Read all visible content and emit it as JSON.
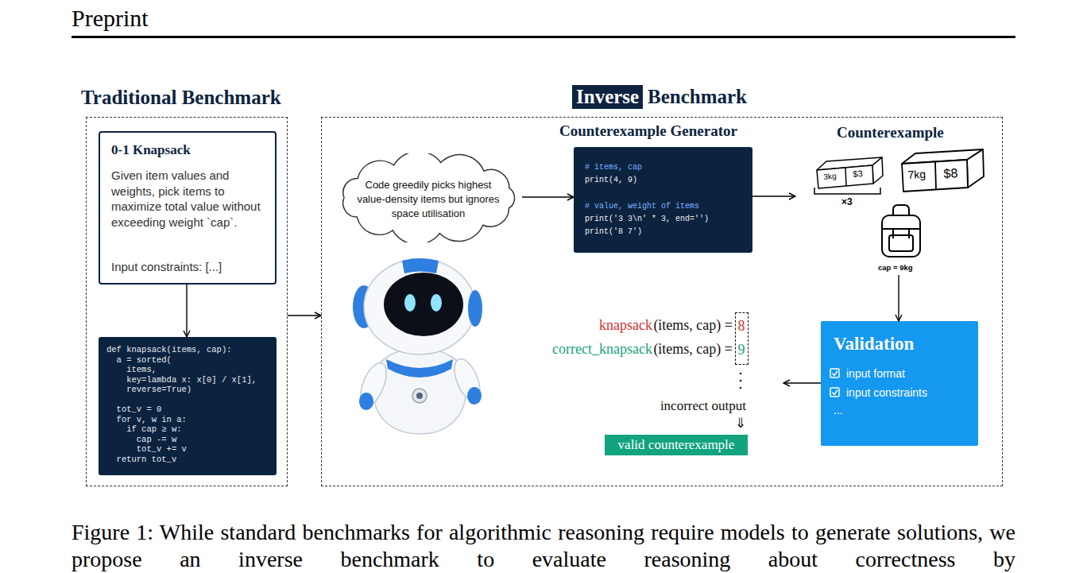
{
  "diagram": {
    "caption": "Figure 1: While standard benchmarks for algorithmic reasoning require models to generate solutions, we propose an inverse benchmark to evaluate reasoning about correctness by",
    "nodes": [
      {
        "text": [
          "Traditional Benchmark"
        ]
      },
      {
        "text": [
          "0-1 Knapsack",
          "Given item values and weights, pick items to maximize total value without exceeding weight `cap`.",
          "Input constraints: [...]"
        ],
        "in": 0
      },
      {
        "text": [
          "def knapsack(items, cap):",
          "  a = sorted(",
          "    items,",
          "    key=lambda x: x[0] / x[1],",
          "    reverse=True)",
          "  tot_v = 0",
          "  for v, w in a:",
          "    if cap ≥ w:",
          "      cap -= w",
          "      tot_v += v",
          "  return tot_v"
        ],
        "in": 0
      },
      {
        "text": [
          "Inverse",
          "Benchmark"
        ]
      },
      {
        "text": [
          "Code greedily picks highest value-density items but ignores space utilisation"
        ],
        "in": 3
      },
      {
        "text": [
          "Counterexample Generator",
          "# items, cap",
          "print(4, 9)",
          "# value, weight of items",
          "print('3 3\\n' * 3, end='')",
          "print('8 7')"
        ],
        "in": 3
      },
      {
        "text": [
          "Counterexample",
          "3kg",
          "$3",
          "×3",
          "7kg",
          "$8",
          "cap = 9kg"
        ],
        "in": 3
      },
      {
        "text": [
          "Validation",
          "input format",
          "input constraints",
          "..."
        ],
        "in": 3
      },
      {
        "text": [
          "knapsack",
          "(items, cap) =",
          "correct_knapsack",
          "(items, cap) =",
          "incorrect output",
          "⇓"
        ],
        "in": 3
      },
      {
        "text": [
          "8",
          "9"
        ],
        "in": 8
      },
      {
        "text": [
          "valid counterexample"
        ],
        "in": 8
      }
    ],
    "edges": [
      {
        "from": 1,
        "to": 2,
        "arrow": "to"
      },
      {
        "from": 0,
        "to": 3,
        "arrow": "to"
      },
      {
        "from": 4,
        "to": 5,
        "arrow": "to"
      },
      {
        "from": 5,
        "to": 6,
        "arrow": "to"
      },
      {
        "from": 6,
        "to": 7,
        "arrow": "to"
      },
      {
        "from": 7,
        "to": 8,
        "arrow": "to"
      }
    ],
    "labels": [
      "Preprint"
    ]
  }
}
